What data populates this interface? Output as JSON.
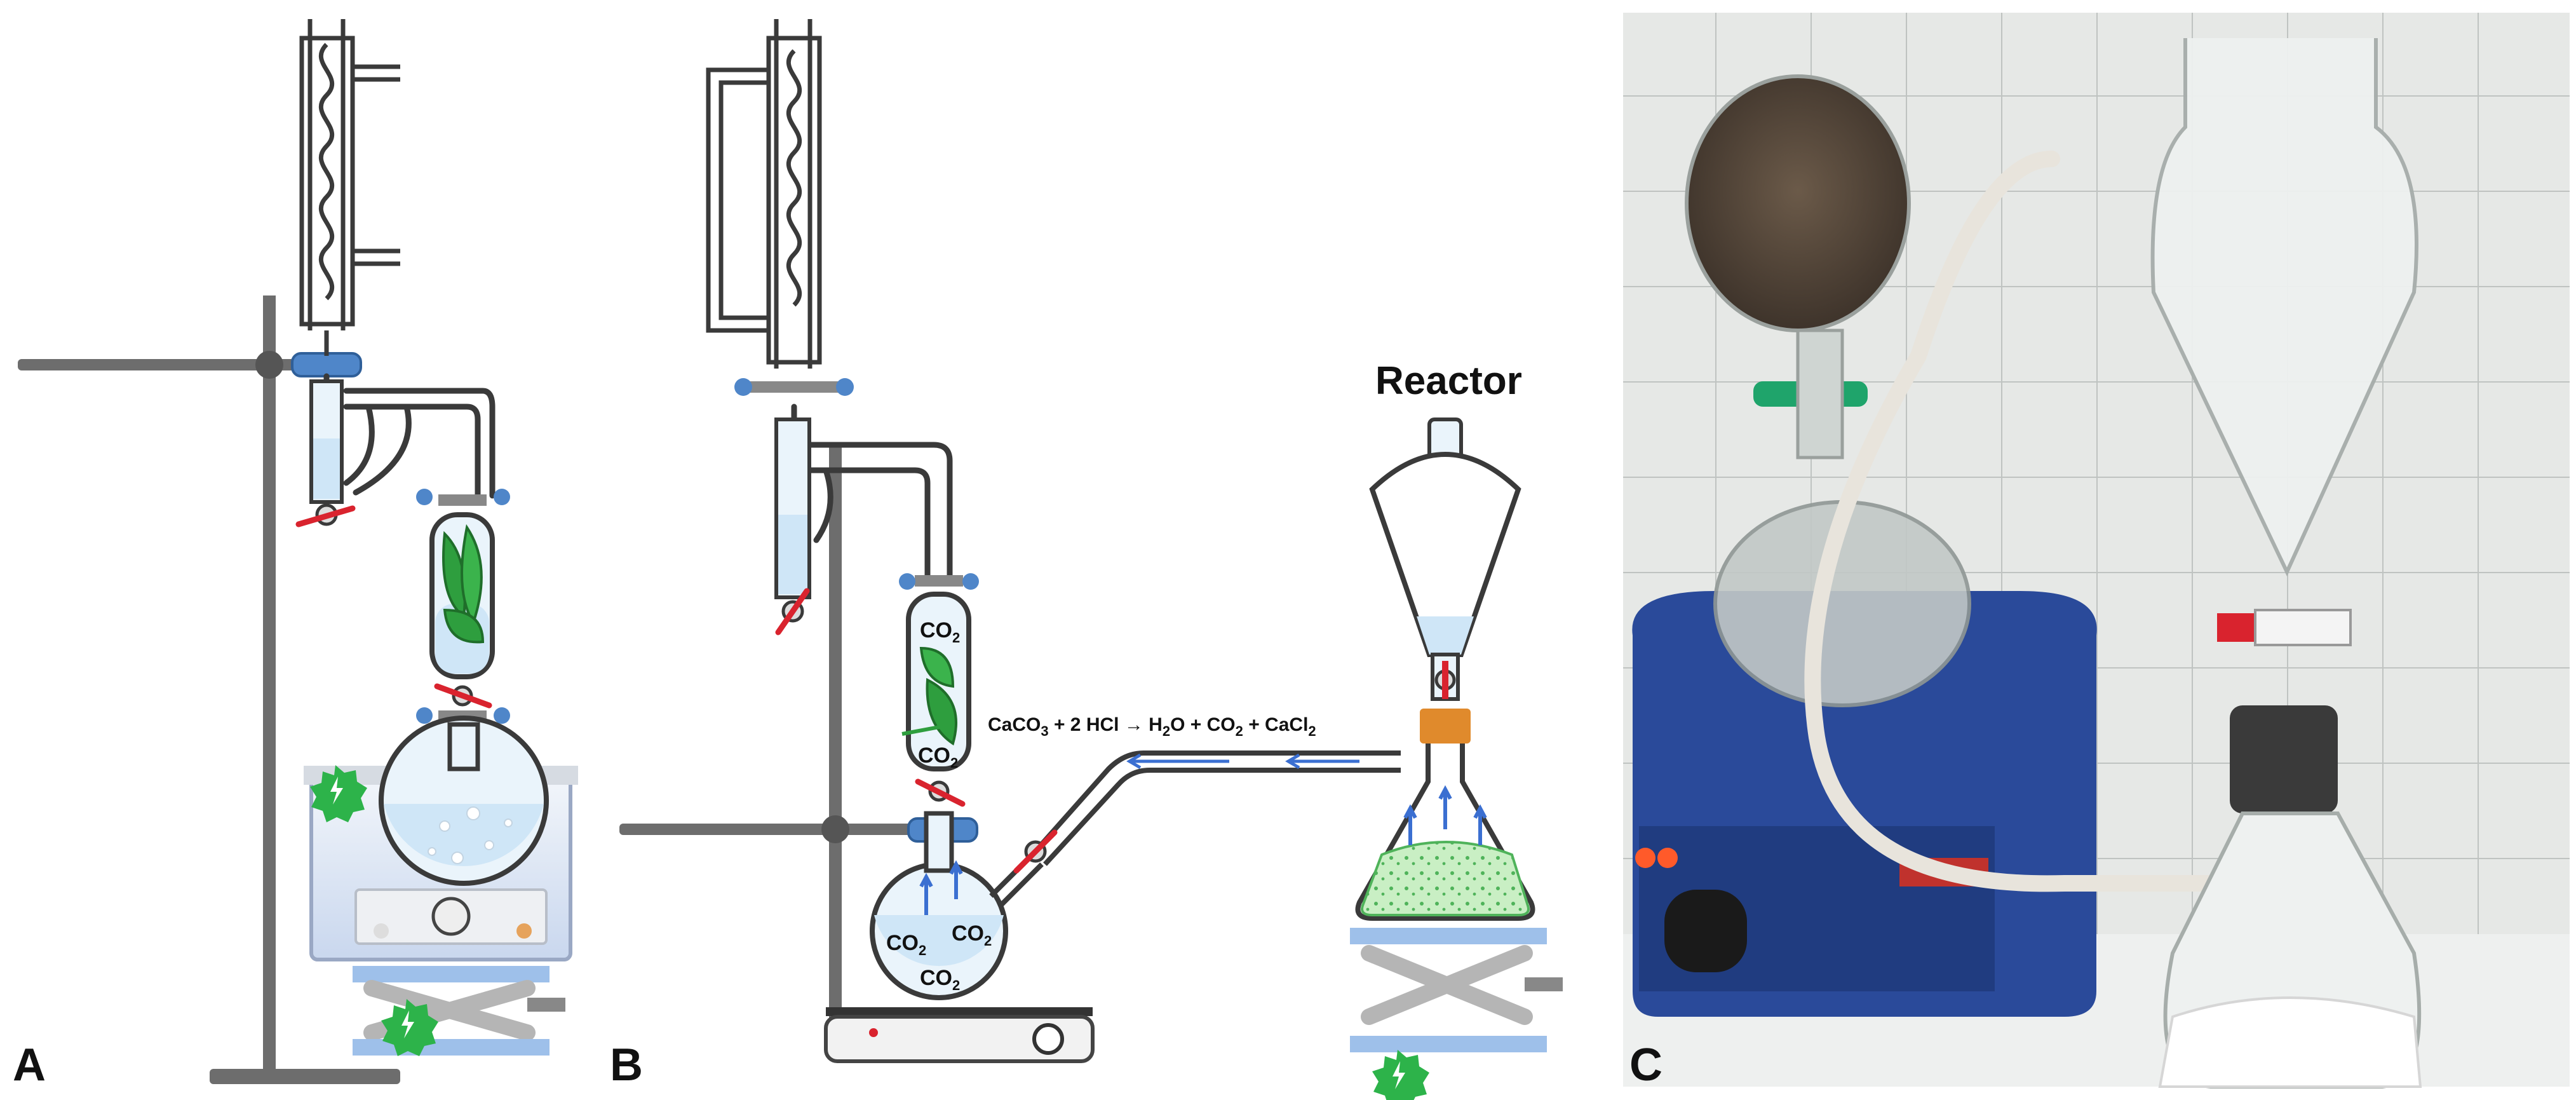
{
  "panels": {
    "a": {
      "letter": "A"
    },
    "b": {
      "letter": "B",
      "reactor_label": "Reactor",
      "co2_labels": [
        "CO",
        "CO",
        "CO",
        "CO",
        "CO"
      ],
      "co2_subscript": "2",
      "equation": {
        "reactant_1": "CaCO",
        "reactant_1_sub": "3",
        "plus_hcl": " + 2 HCl → H",
        "water_sub": "2",
        "water_tail": "O + CO",
        "co2_sub": "2",
        "calcium_chloride": " + CaCl",
        "cacl_sub": "2"
      }
    },
    "c": {
      "letter": "C"
    }
  },
  "colors": {
    "glass_outline": "#3a3a3a",
    "clamp_blue": "#4f86c9",
    "stopcock_red": "#d9232e",
    "leaf_green": "#2e9e3e",
    "power_green": "#2db34a",
    "liquid_blue": "#cfe6f7",
    "stand_grey": "#6d6d6d",
    "cork_orange": "#e08a2c",
    "arrow_blue": "#3b6fd1",
    "heater_blue": "#2a4a9a"
  },
  "icons": [
    "power-icon",
    "power-icon",
    "power-icon"
  ]
}
